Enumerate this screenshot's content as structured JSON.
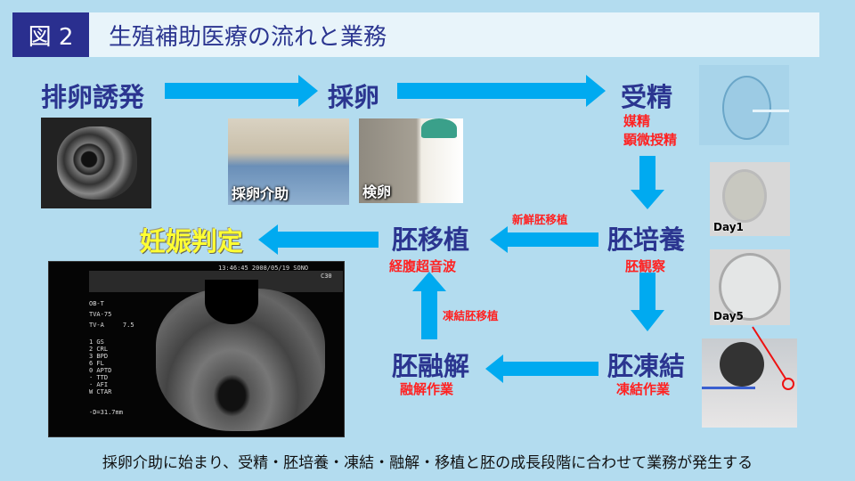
{
  "header": {
    "badge": "図 2",
    "title": "生殖補助医療の流れと業務"
  },
  "stages": {
    "ovulation_induction": "排卵誘発",
    "egg_retrieval": "採卵",
    "fertilization": {
      "label": "受精",
      "tasks": [
        "媒精",
        "顕微授精"
      ]
    },
    "embryo_culture": {
      "label": "胚培養",
      "task": "胚観察"
    },
    "embryo_transfer": {
      "label": "胚移植",
      "task": "経腹超音波"
    },
    "pregnancy_test": "妊娠判定",
    "embryo_freezing": {
      "label": "胚凍結",
      "task": "凍結作業"
    },
    "embryo_thawing": {
      "label": "胚融解",
      "task": "融解作業"
    }
  },
  "arrow_labels": {
    "fresh_transfer": "新鮮胚移植",
    "frozen_transfer": "凍結胚移植"
  },
  "photos": {
    "retrieval_assist": "採卵介助",
    "egg_check": "検卵",
    "day1": "Day1",
    "day5": "Day5"
  },
  "ultrasound": {
    "timestamp": "13:46:45 2008/05/19 SONO",
    "probe": "C30",
    "mode": "OB-T",
    "line1": "TVA-75",
    "line2": "TV-A     7.5",
    "measures": [
      "1 GS",
      "2 CRL",
      "3 BPD",
      "6 FL",
      "0 APTD",
      "· TTD",
      "· AFI",
      "W CTAR"
    ],
    "distance": "-D=31.7mm"
  },
  "caption": "採卵介助に始まり、受精・胚培養・凍結・融解・移植と胚の成長段階に合わせて業務が発生する",
  "colors": {
    "navy": "#2b3590",
    "arrow": "#00aaf0",
    "red": "#ff2222",
    "yellow": "#ffff33"
  }
}
